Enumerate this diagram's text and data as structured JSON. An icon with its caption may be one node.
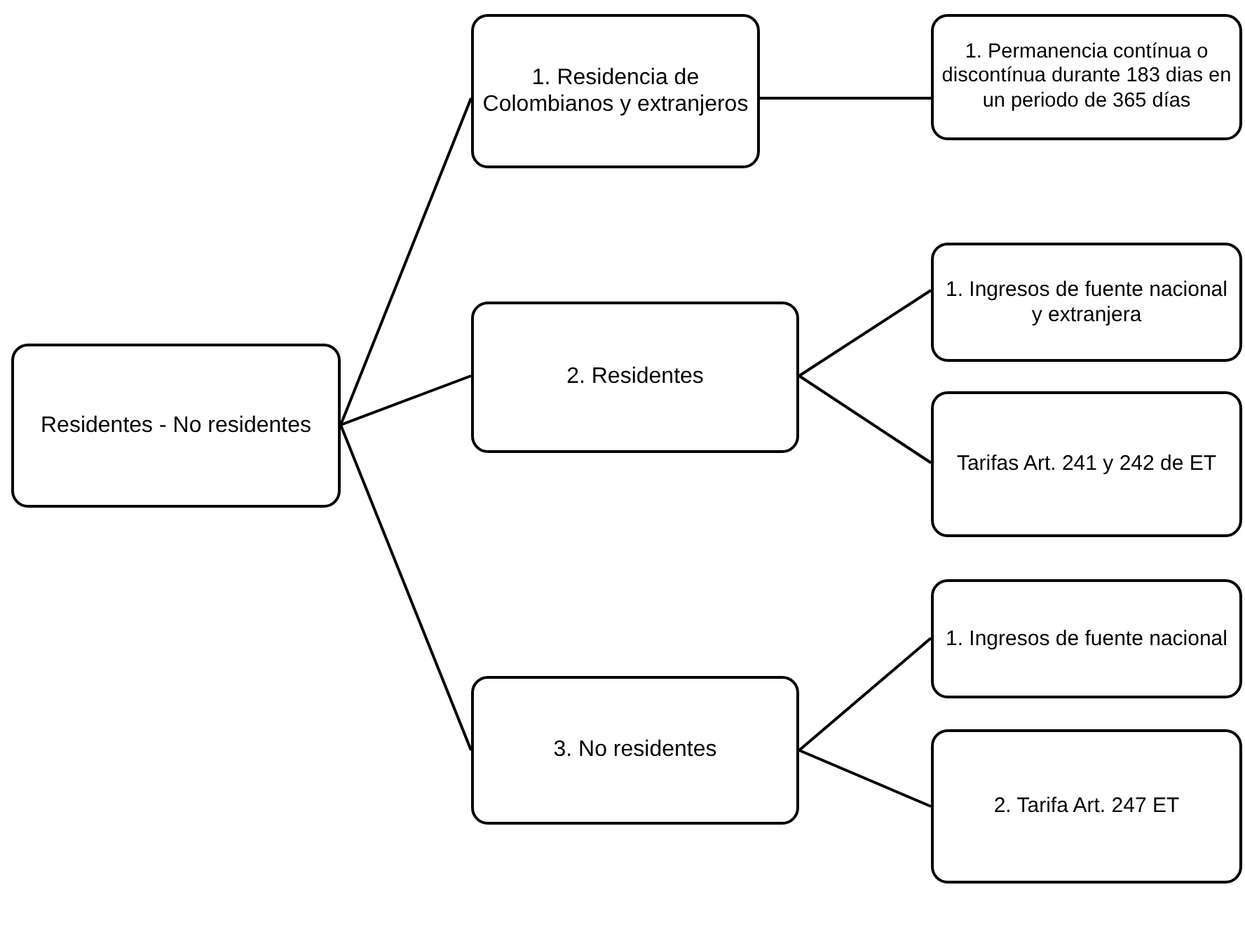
{
  "diagram": {
    "nodes": [
      {
        "text": [
          "Residentes - No residentes"
        ]
      },
      {
        "text": [
          "1. Residencia de Colombianos y extranjeros"
        ]
      },
      {
        "text": [
          "2. Residentes"
        ]
      },
      {
        "text": [
          "3. No residentes"
        ]
      },
      {
        "text": [
          "1. Permanencia contínua o discontínua durante 183 dias en un periodo de 365 días"
        ]
      },
      {
        "text": [
          "1. Ingresos de fuente nacional y extranjera"
        ]
      },
      {
        "text": [
          "Tarifas Art. 241 y 242 de ET"
        ]
      },
      {
        "text": [
          "1. Ingresos de fuente nacional"
        ]
      },
      {
        "text": [
          "2. Tarifa Art. 247 ET"
        ]
      }
    ],
    "edges": [
      {
        "from": 0,
        "to": 1,
        "arrow": "none"
      },
      {
        "from": 0,
        "to": 2,
        "arrow": "none"
      },
      {
        "from": 0,
        "to": 3,
        "arrow": "none"
      },
      {
        "from": 1,
        "to": 4,
        "arrow": "none"
      },
      {
        "from": 2,
        "to": 5,
        "arrow": "none"
      },
      {
        "from": 2,
        "to": 6,
        "arrow": "none"
      },
      {
        "from": 3,
        "to": 7,
        "arrow": "none"
      },
      {
        "from": 3,
        "to": 8,
        "arrow": "none"
      }
    ]
  }
}
